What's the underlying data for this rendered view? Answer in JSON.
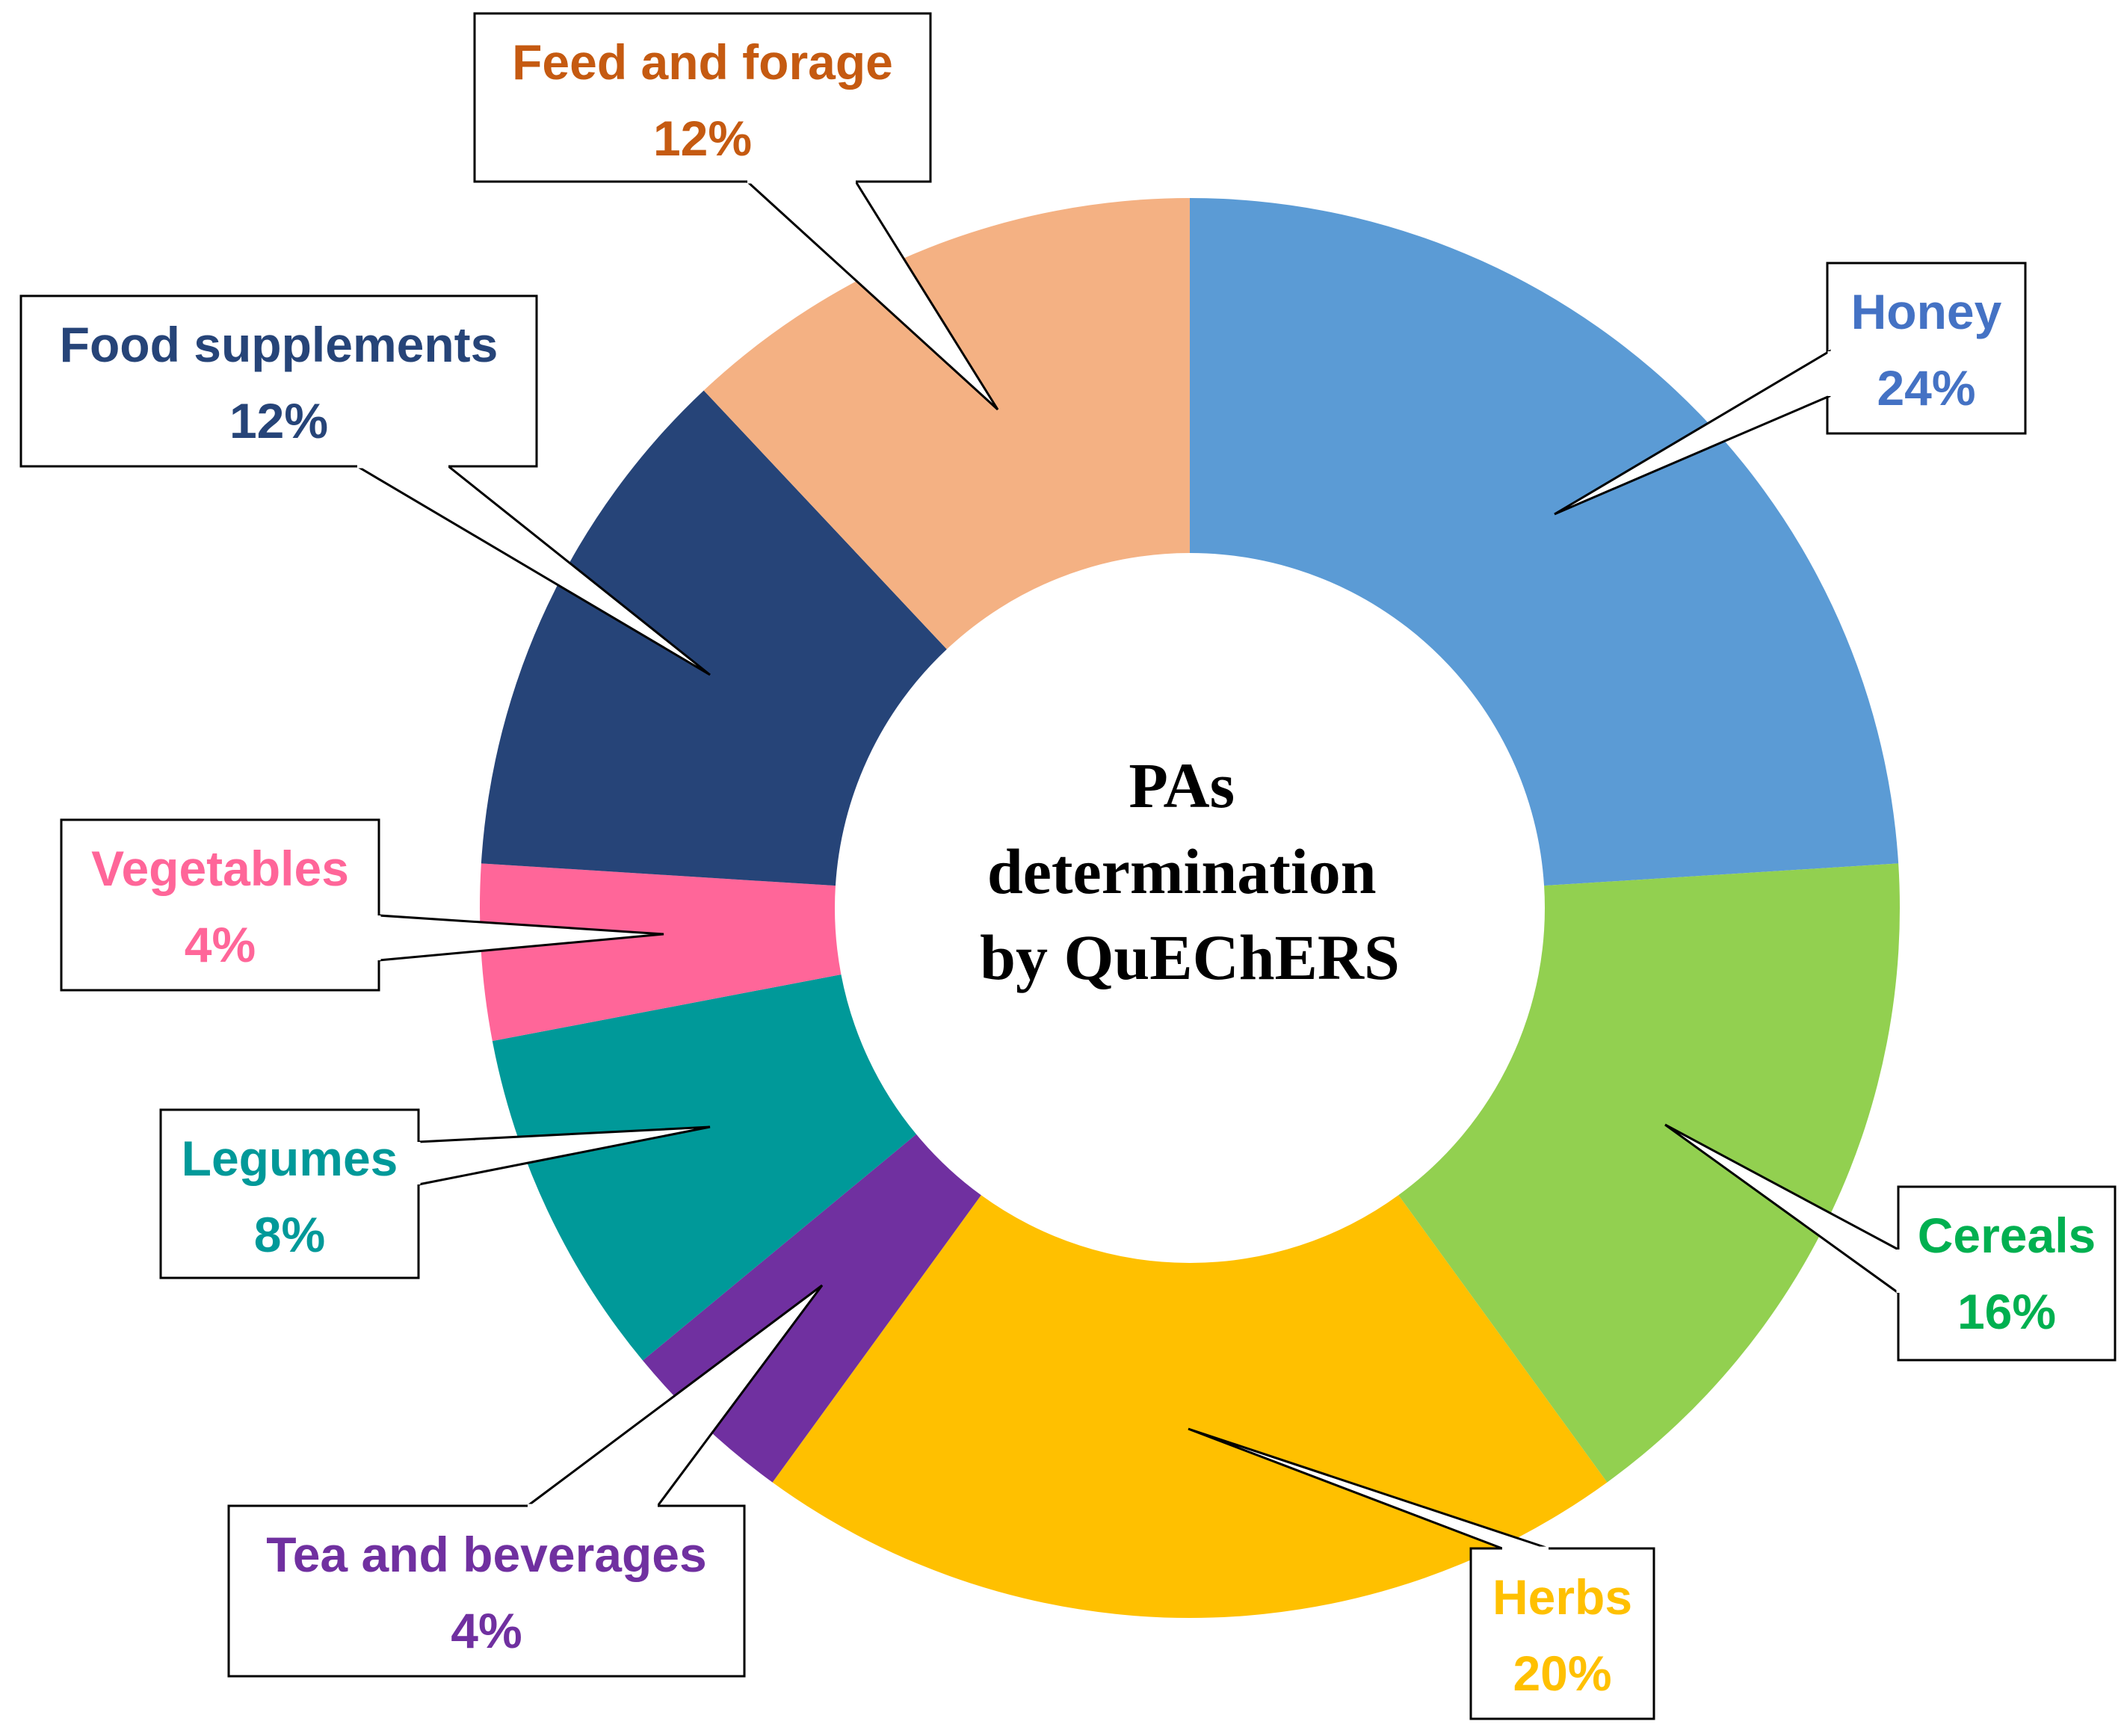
{
  "chart_data": {
    "type": "pie",
    "variant": "donut",
    "title": "",
    "center_label": [
      "PAs",
      "determination",
      "by QuEChERS"
    ],
    "slices": [
      {
        "name": "Honey",
        "value": 24,
        "label": "24%",
        "color": "#5B9BD5",
        "text_color": "#4472C4"
      },
      {
        "name": "Cereals",
        "value": 16,
        "label": "16%",
        "color": "#92D050",
        "text_color": "#00B050"
      },
      {
        "name": "Herbs",
        "value": 20,
        "label": "20%",
        "color": "#FFC000",
        "text_color": "#FFC000"
      },
      {
        "name": "Tea and beverages",
        "value": 4,
        "label": "4%",
        "color": "#7030A0",
        "text_color": "#7030A0"
      },
      {
        "name": "Legumes",
        "value": 8,
        "label": "8%",
        "color": "#009999",
        "text_color": "#009999"
      },
      {
        "name": "Vegetables",
        "value": 4,
        "label": "4%",
        "color": "#FF6699",
        "text_color": "#FF6699"
      },
      {
        "name": "Food supplements",
        "value": 12,
        "label": "12%",
        "color": "#264478",
        "text_color": "#264478"
      },
      {
        "name": "Feed and forage",
        "value": 12,
        "label": "12%",
        "color": "#F4B183",
        "text_color": "#C55A11"
      }
    ],
    "legend": "none",
    "data_labels": "callouts"
  }
}
